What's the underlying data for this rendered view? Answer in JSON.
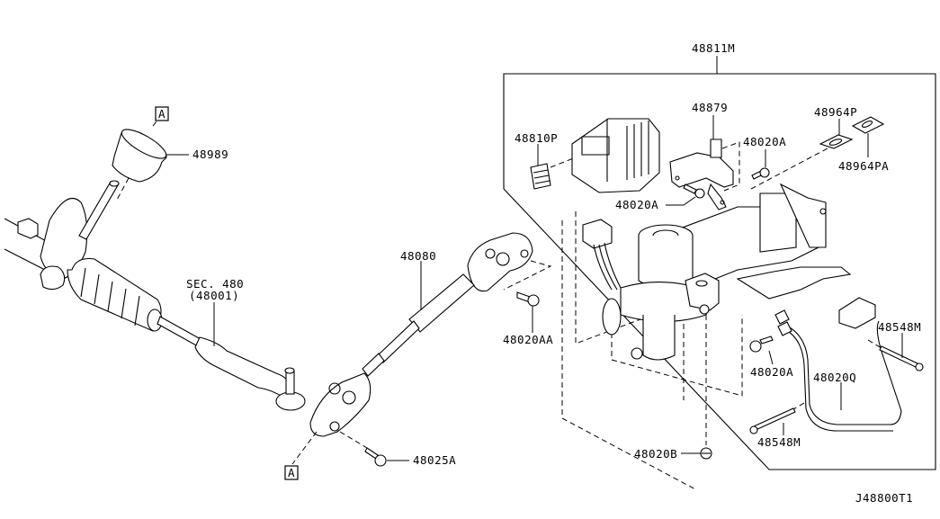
{
  "diagram": {
    "title_code": "J48800T1",
    "assembly_callout": "48811M",
    "reference_marks": [
      "A",
      "A"
    ],
    "parts": {
      "boot": "48989",
      "rack_section_line1": "SEC. 480",
      "rack_section_line2": "(48001)",
      "lower_shaft": "48080",
      "shaft_bolt": "48020AA",
      "joint_bolt": "48025A",
      "control_unit_connector": "48810P",
      "bracket": "48879",
      "bracket_bolt": "48020A",
      "bracket_bolt_lower": "48020A",
      "clip": "48964P",
      "clip_alt": "48964PA",
      "ground_bolt": "48020A",
      "harness": "48020Q",
      "harness_band_right": "48548M",
      "harness_band_lower": "48548M",
      "column_nut": "48020B"
    }
  }
}
